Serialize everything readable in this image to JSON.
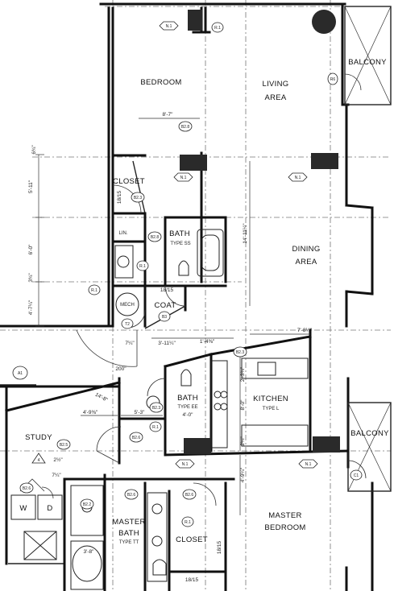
{
  "rooms": {
    "bedroom": "BEDROOM",
    "living_1": "LIVING",
    "living_2": "AREA",
    "balcony_top": "BALCONY",
    "closet_top": "CLOSET",
    "bath_1": "BATH",
    "bath_1_type": "TYPE SS",
    "dining_1": "DINING",
    "dining_2": "AREA",
    "coat": "COAT",
    "mech": "MECH",
    "lin": "LIN.",
    "bath_2": "BATH",
    "bath_2_type": "TYPE EE",
    "kitchen": "KITCHEN",
    "kitchen_type": "TYPE L",
    "study": "STUDY",
    "balcony_bottom": "BALCONY",
    "master_bath_1": "MASTER",
    "master_bath_2": "BATH",
    "master_bath_type": "TYPE TT",
    "closet_bottom": "CLOSET",
    "master_bedroom_1": "MASTER",
    "master_bedroom_2": "BEDROOM",
    "washer": "W",
    "dryer": "D"
  },
  "dimensions": {
    "d_8_7": "8'-7\"",
    "d_6_3_4": "6¾\"",
    "d_5_11": "5'-11\"",
    "d_18_15_a": "18/15",
    "d_6_0": "6'-0\"",
    "d_3_3_4": "3¾\"",
    "d_4_7_1_4": "4'-7¼\"",
    "d_14_11_1_4": "14'-11¼\"",
    "d_18_15_b": "18/15",
    "d_7_1_4": "7¼\"",
    "d_3_11_1_4": "3'-11¼\"",
    "d_1_4_3_8": "1'-4⅜\"",
    "d_7_8_1_4": "7'-8¼\"",
    "d_2_3_4": "2'-3¾\"",
    "d_200": "200\"",
    "d_14_8": "14'-8\"",
    "d_4_9_3_8": "4'-9⅜\"",
    "d_5_3": "5'-3\"",
    "d_4_0": "4'-0\"",
    "d_8_0": "8'-0\"",
    "d_2_1_4": "2¼\"",
    "d_4_9_1_4": "4'-9¼\"",
    "d_2_1_2": "2½\"",
    "d_7_1_4_b": "7¼\"",
    "d_3_8": "3'-8\"",
    "d_18_15_c": "18/15",
    "d_18_15_d": "18/15"
  },
  "tags": {
    "n1": "N.1",
    "r6": "R6",
    "b2_8": "B2.8",
    "b2_3": "B2.3",
    "r1": "R.1",
    "t2": "T2",
    "b3": "B3",
    "a1": "A1",
    "b2_6": "B2.6",
    "b2_2": "B2.2",
    "b2_5": "B2.5",
    "c1": "C1",
    "four": "4"
  }
}
